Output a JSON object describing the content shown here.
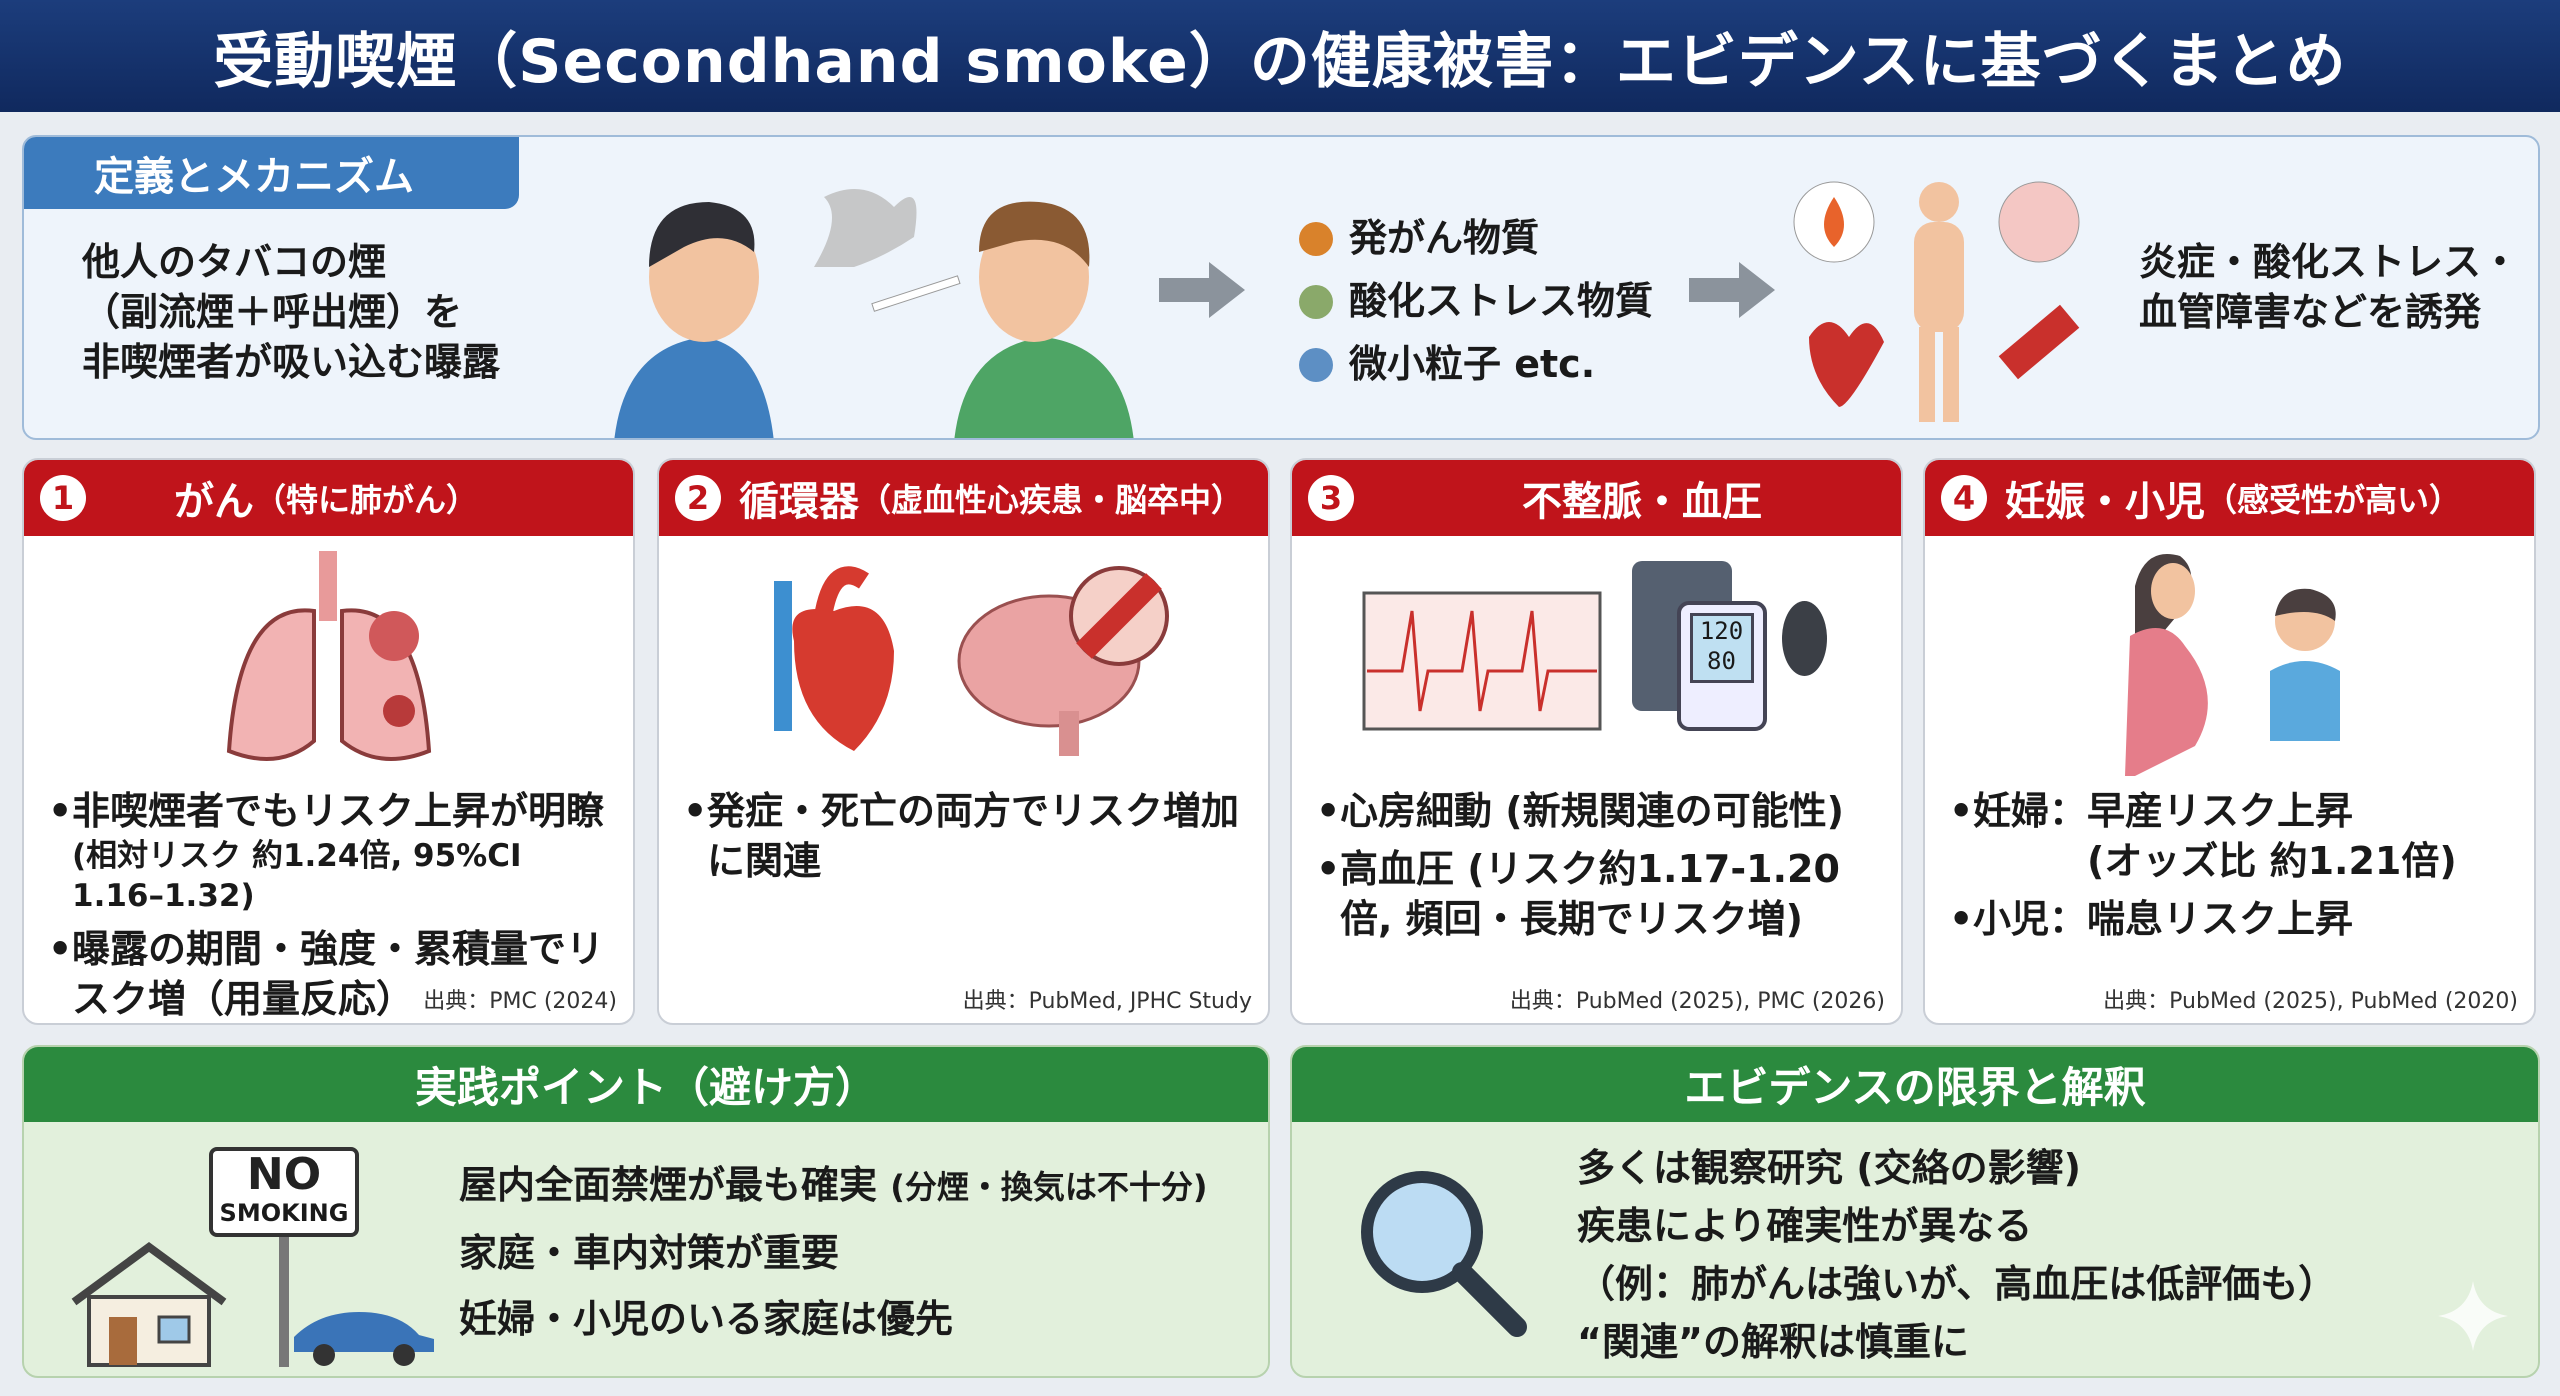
{
  "title": "受動喫煙（Secondhand smoke）の健康被害：エビデンスに基づくまとめ",
  "definition": {
    "tab": "定義とメカニズム",
    "text": [
      "他人のタバコの煙",
      "（副流煙＋呼出煙）を",
      "非喫煙者が吸い込む曝露"
    ],
    "substances": [
      {
        "label": "発がん物質",
        "color": "#d9822b"
      },
      {
        "label": "酸化ストレス物質",
        "color": "#8aa96a"
      },
      {
        "label": "微小粒子 etc.",
        "color": "#5d8fc4"
      }
    ],
    "effects": [
      "炎症・酸化ストレス・",
      "血管障害などを誘発"
    ]
  },
  "cards": [
    {
      "num": "1",
      "title": "がん",
      "subtitle": "（特に肺がん）",
      "bullets": [
        {
          "text": "非喫煙者でもリスク上昇が明瞭",
          "note": "(相対リスク 約1.24倍, 95%CI 1.16–1.32)"
        },
        {
          "text": "曝露の期間・強度・累積量でリスク増（用量反応）"
        }
      ],
      "source": "出典：PMC (2024)"
    },
    {
      "num": "2",
      "title": "循環器",
      "subtitle": "（虚血性心疾患・脳卒中）",
      "bullets": [
        {
          "text": "発症・死亡の両方でリスク増加に関連"
        }
      ],
      "source": "出典：PubMed, JPHC Study"
    },
    {
      "num": "3",
      "title": "不整脈・血圧",
      "subtitle": "",
      "bullets": [
        {
          "text": "心房細動 (新規関連の可能性)"
        },
        {
          "text": "高血圧 (リスク約1.17-1.20倍, 頻回・長期でリスク増)"
        }
      ],
      "source": "出典：PubMed (2025), PMC (2026)",
      "bp": {
        "sys": "120",
        "dia": "80"
      }
    },
    {
      "num": "4",
      "title": "妊娠・小児",
      "subtitle": "（感受性が高い）",
      "bullets": [
        {
          "text": "妊婦：早産リスク上昇",
          "note2": "(オッズ比 約1.21倍)"
        },
        {
          "text": "小児：喘息リスク上昇"
        }
      ],
      "source": "出典：PubMed (2025), PubMed (2020)"
    }
  ],
  "practice": {
    "title": "実践ポイント（避け方）",
    "sign": {
      "no": "NO",
      "smoking": "SMOKING"
    },
    "items": [
      {
        "text": "屋内全面禁煙が最も確実",
        "note": "(分煙・換気は不十分)"
      },
      {
        "text": "家庭・車内対策が重要"
      },
      {
        "text": "妊婦・小児のいる家庭は優先"
      }
    ]
  },
  "limits": {
    "title": "エビデンスの限界と解釈",
    "items": [
      "多くは観察研究 (交絡の影響)",
      "疾患により確実性が異なる",
      "（例：肺がんは強いが、高血圧は低評価も）",
      "“関連”の解釈は慎重に"
    ]
  },
  "colors": {
    "navy": "#14306a",
    "red": "#c0141b",
    "green": "#2b8a3e",
    "blue": "#3c7bbd"
  }
}
